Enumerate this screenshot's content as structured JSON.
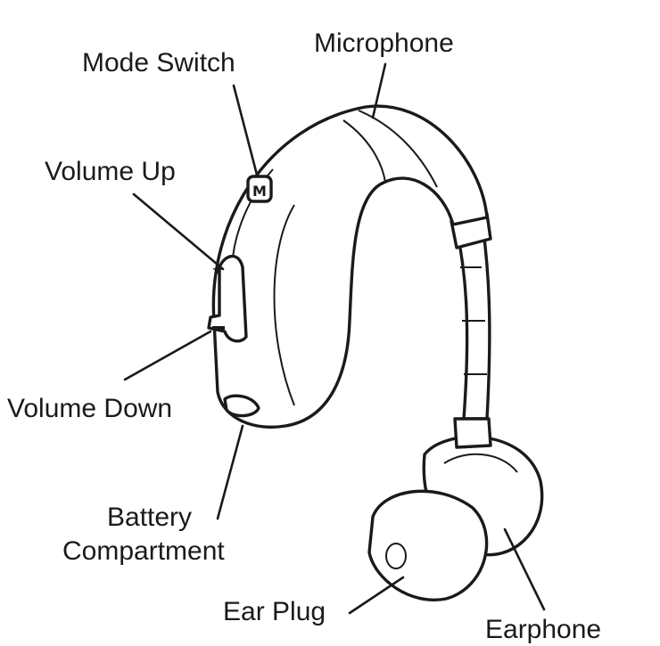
{
  "labels": {
    "mode_switch": "Mode Switch",
    "microphone": "Microphone",
    "volume_up": "Volume Up",
    "volume_down": "Volume Down",
    "battery_line1": "Battery",
    "battery_line2": "Compartment",
    "ear_plug": "Ear Plug",
    "earphone": "Earphone"
  },
  "colors": {
    "ink": "#1a1a1a",
    "background": "#ffffff"
  }
}
